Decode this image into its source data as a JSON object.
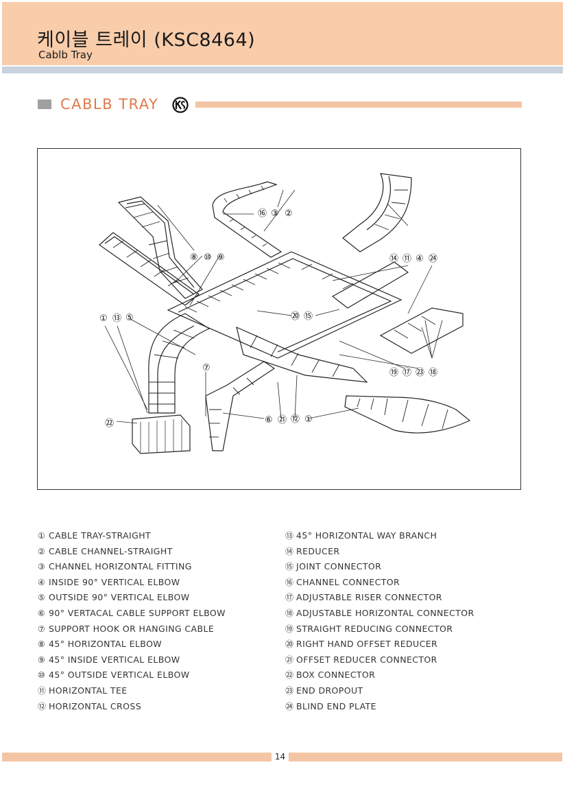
{
  "header": {
    "title_ko": "케이블 트레이 (KSC8464)",
    "title_en": "Cablb Tray"
  },
  "section": {
    "title": "CABLB TRAY",
    "mark_icon": "ks-certification-mark"
  },
  "diagram": {
    "callouts": [
      "⑯",
      "③",
      "②",
      "⑧",
      "⑩",
      "⑨",
      "⑭",
      "⑪",
      "④",
      "㉔",
      "①",
      "⑬",
      "⑤",
      "⑳",
      "⑮",
      "⑲",
      "⑰",
      "㉓",
      "⑱",
      "⑦",
      "⑥",
      "㉑",
      "⑫",
      "①",
      "㉒"
    ]
  },
  "legend": {
    "left": [
      {
        "num": "①",
        "label": "CABLE TRAY-STRAIGHT"
      },
      {
        "num": "②",
        "label": "CABLE CHANNEL-STRAIGHT"
      },
      {
        "num": "③",
        "label": "CHANNEL HORIZONTAL FITTING"
      },
      {
        "num": "④",
        "label": "INSIDE 90° VERTICAL ELBOW"
      },
      {
        "num": "⑤",
        "label": "OUTSIDE 90° VERTICAL ELBOW"
      },
      {
        "num": "⑥",
        "label": "90° VERTACAL CABLE SUPPORT ELBOW"
      },
      {
        "num": "⑦",
        "label": "SUPPORT HOOK OR HANGING CABLE"
      },
      {
        "num": "⑧",
        "label": "45° HORIZONTAL ELBOW"
      },
      {
        "num": "⑨",
        "label": "45° INSIDE VERTICAL ELBOW"
      },
      {
        "num": "⑩",
        "label": "45° OUTSIDE VERTICAL ELBOW"
      },
      {
        "num": "⑪",
        "label": "HORIZONTAL TEE"
      },
      {
        "num": "⑫",
        "label": "HORIZONTAL CROSS"
      }
    ],
    "right": [
      {
        "num": "⑬",
        "label": "45° HORIZONTAL WAY BRANCH"
      },
      {
        "num": "⑭",
        "label": "REDUCER"
      },
      {
        "num": "⑮",
        "label": "JOINT CONNECTOR"
      },
      {
        "num": "⑯",
        "label": "CHANNEL CONNECTOR"
      },
      {
        "num": "⑰",
        "label": "ADJUSTABLE RISER CONNECTOR"
      },
      {
        "num": "⑱",
        "label": "ADJUSTABLE HORIZONTAL CONNECTOR"
      },
      {
        "num": "⑲",
        "label": "STRAIGHT REDUCING CONNECTOR"
      },
      {
        "num": "⑳",
        "label": "RIGHT HAND OFFSET REDUCER"
      },
      {
        "num": "㉑",
        "label": "OFFSET REDUCER CONNECTOR"
      },
      {
        "num": "㉒",
        "label": "BOX CONNECTOR"
      },
      {
        "num": "㉓",
        "label": "END DROPOUT"
      },
      {
        "num": "㉔",
        "label": "BLIND END PLATE"
      }
    ]
  },
  "footer": {
    "page_number": "14"
  },
  "colors": {
    "header_band": "#f9ccaa",
    "accent_orange": "#e07a4a",
    "section_bar": "#f4c5a5",
    "header_rule": "#c9d2dc"
  }
}
